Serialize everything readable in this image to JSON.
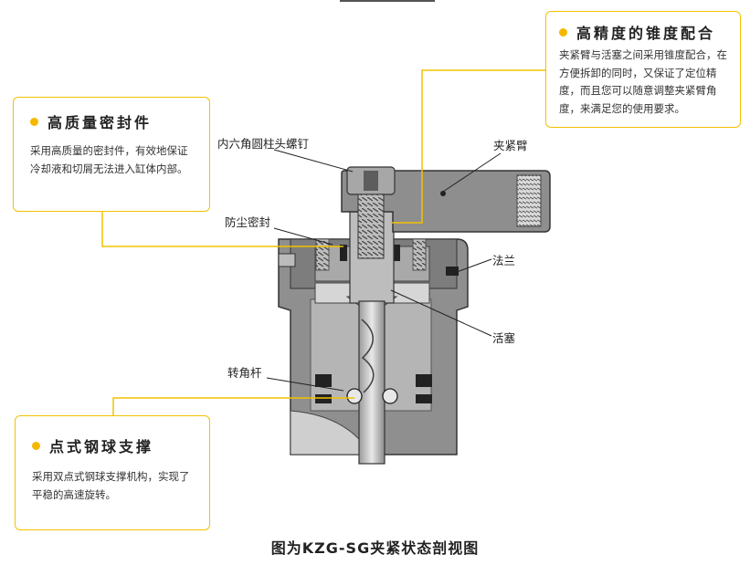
{
  "callouts": {
    "seal": {
      "title": "高质量密封件",
      "text": "采用高质量的密封件，有效地保证冷却液和切屑无法进入缸体内部。"
    },
    "cone": {
      "title": "高精度的锥度配合",
      "text": "夹紧臂与活塞之间采用锥度配合，在方便拆卸的同时，又保证了定位精度，而且您可以随意调整夹紧臂角度，来满足您的使用要求。"
    },
    "ball": {
      "title": "点式钢球支撑",
      "text": "采用双点式钢球支撑机构，实现了平稳的高速旋转。"
    }
  },
  "labels": {
    "hex_screw": "内六角圆柱头螺钉",
    "clamp_arm": "夹紧臂",
    "dust_seal": "防尘密封",
    "flange": "法兰",
    "piston": "活塞",
    "swivel_rod": "转角杆"
  },
  "caption": "图为KZG-SG夹紧状态剖视图",
  "colors": {
    "accent": "#f5b800",
    "border": "#f2c200",
    "body": "#8a8a8a",
    "section": "#c8c8c8"
  }
}
